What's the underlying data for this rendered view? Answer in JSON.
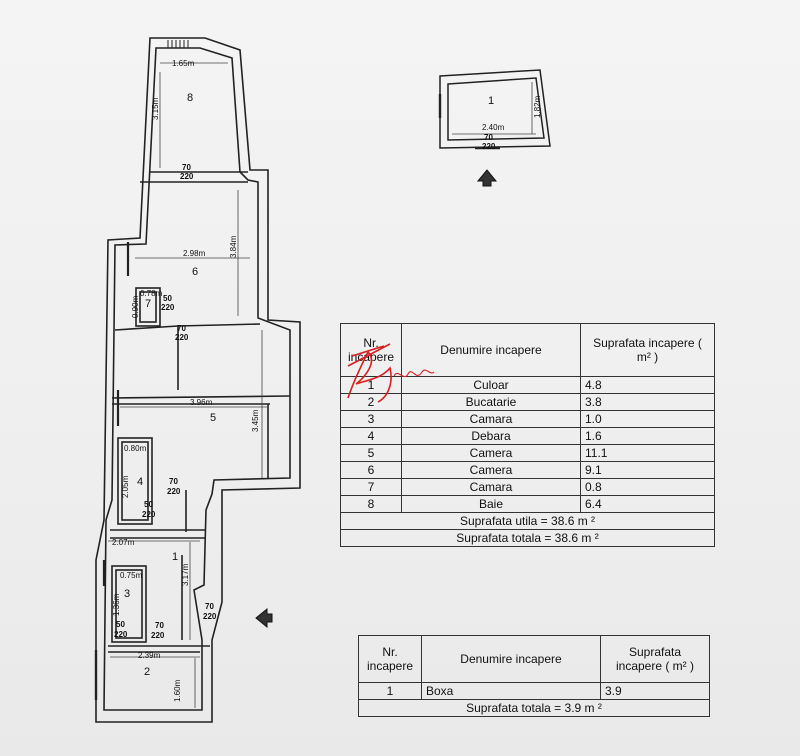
{
  "floor_plan": {
    "rooms": [
      {
        "number": "8",
        "dims": [
          "1.65m",
          "3.15m"
        ]
      },
      {
        "number": "6",
        "dims": [
          "2.98m",
          "3.84m"
        ]
      },
      {
        "number": "7",
        "dims": [
          "0.78m",
          "0.90m"
        ]
      },
      {
        "number": "5",
        "dims": [
          "3.96m",
          "3.45m"
        ]
      },
      {
        "number": "4",
        "dims": [
          "0.80m",
          "2.05m"
        ]
      },
      {
        "number": "1",
        "dims": [
          "2.07m",
          "3.17m"
        ]
      },
      {
        "number": "3",
        "dims": [
          "0.75m",
          "1.36m"
        ]
      },
      {
        "number": "2",
        "dims": [
          "2.39m",
          "1.60m"
        ]
      }
    ],
    "doors": [
      {
        "w": "70",
        "h": "220"
      },
      {
        "w": "50",
        "h": "220"
      },
      {
        "w": "70",
        "h": "220"
      },
      {
        "w": "70",
        "h": "220"
      },
      {
        "w": "50",
        "h": "220"
      },
      {
        "w": "70",
        "h": "220"
      },
      {
        "w": "70",
        "h": "220"
      },
      {
        "w": "50",
        "h": "220"
      }
    ]
  },
  "box_plan": {
    "number": "1",
    "dims": [
      "2.40m",
      "1.82m"
    ],
    "door": {
      "w": "70",
      "h": "220"
    }
  },
  "table_main": {
    "headers": [
      "Nr. incapere",
      "Denumire incapere",
      "Suprafata incapere ( m² )"
    ],
    "rows": [
      {
        "nr": "1",
        "name": "Culoar",
        "area": "4.8"
      },
      {
        "nr": "2",
        "name": "Bucatarie",
        "area": "3.8"
      },
      {
        "nr": "3",
        "name": "Camara",
        "area": "1.0"
      },
      {
        "nr": "4",
        "name": "Debara",
        "area": "1.6"
      },
      {
        "nr": "5",
        "name": "Camera",
        "area": "11.1"
      },
      {
        "nr": "6",
        "name": "Camera",
        "area": "9.1"
      },
      {
        "nr": "7",
        "name": "Camara",
        "area": "0.8"
      },
      {
        "nr": "8",
        "name": "Baie",
        "area": "6.4"
      }
    ],
    "useful_total": "Suprafata utila = 38.6 m ²",
    "total": "Suprafata totala = 38.6 m ²"
  },
  "table_box": {
    "headers": [
      "Nr. incapere",
      "Denumire incapere",
      "Suprafata incapere ( m² )"
    ],
    "rows": [
      {
        "nr": "1",
        "name": "Boxa",
        "area": "3.9"
      }
    ],
    "total": "Suprafata totala = 3.9 m ²"
  },
  "colors": {
    "ink": "#111111",
    "paper": "#f2f2f2",
    "signature": "#d92020"
  }
}
